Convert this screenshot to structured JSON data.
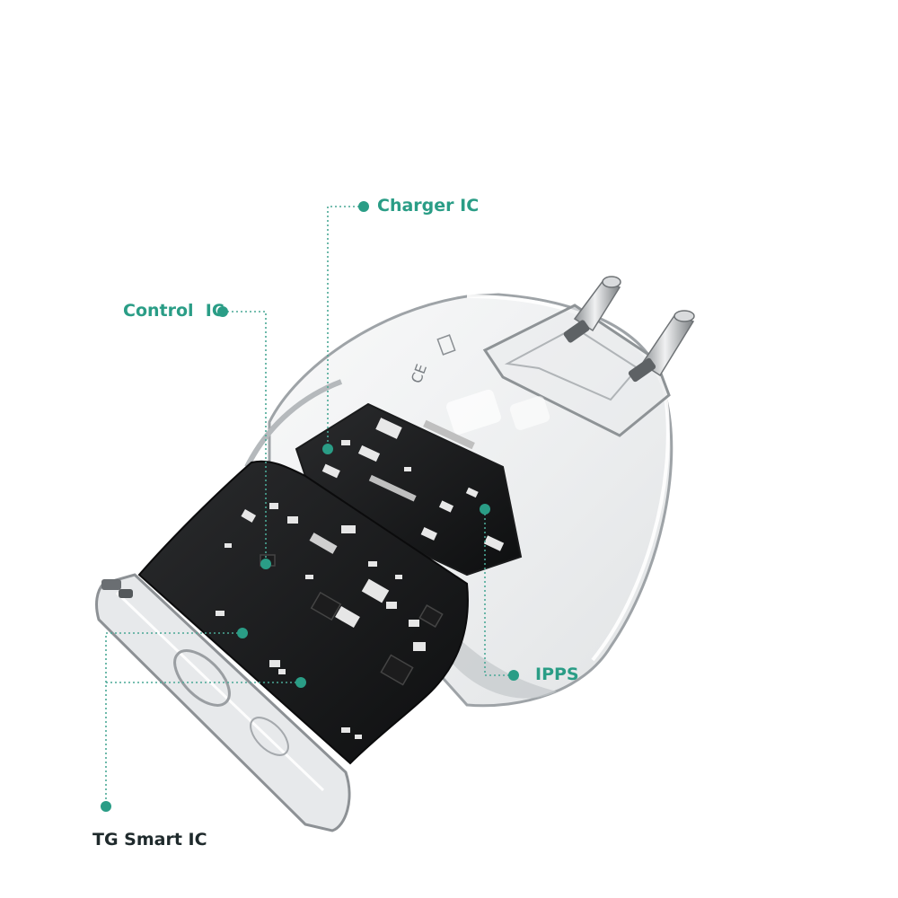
{
  "accent_color": "#2a9d86",
  "callouts": {
    "charger_ic": "Charger IC",
    "control_ic": "Control  IC",
    "ipps": "IPPS",
    "tg_smart_ic": "TG Smart IC"
  },
  "housing_markings": {
    "ce_mark": "CE"
  }
}
